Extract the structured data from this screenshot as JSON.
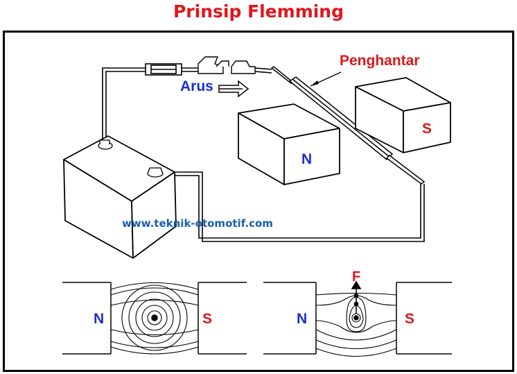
{
  "title": "Prinsip Flemming",
  "labels": {
    "current": "Arus",
    "conductor": "Penghantar",
    "north": "N",
    "south": "S",
    "force": "F"
  },
  "watermark": "www.teknik-otomotif.com",
  "colors": {
    "title": "#e0161b",
    "blue_label": "#1a2fd6",
    "red_label": "#e0161b",
    "watermark": "#1a5fb4",
    "line": "#000000"
  },
  "icons": {
    "current_arrow": "double-outline-arrow-right",
    "force_arrow": "arrow-up"
  }
}
